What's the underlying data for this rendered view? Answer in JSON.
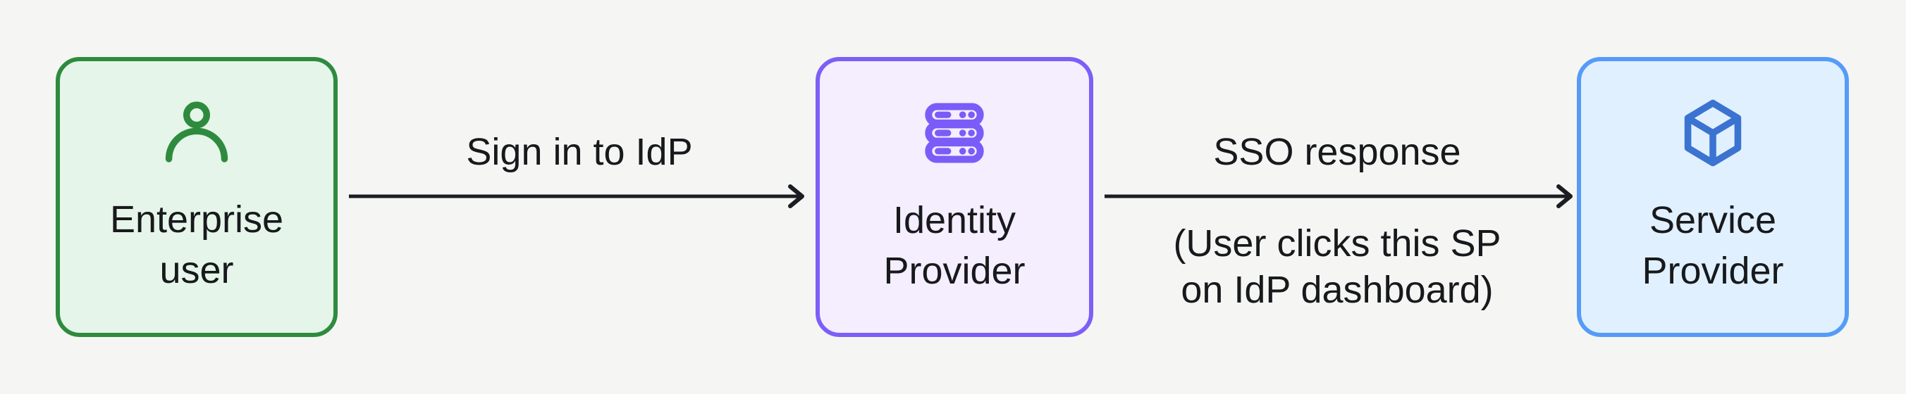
{
  "diagram": {
    "background_color": "#f5f6f4",
    "text_color": "#17191c",
    "arrow_color": "#1a1d21",
    "nodes": [
      {
        "label": "Enterprise\nuser",
        "icon": "user-icon",
        "border_color": "#2e8b3e",
        "fill_color": "#e6f5e9",
        "icon_color": "#2e8b3d"
      },
      {
        "label": "Identity\nProvider",
        "icon": "server-icon",
        "border_color": "#7b5ff7",
        "fill_color": "#f4eefe",
        "icon_color": "#7b5cf8"
      },
      {
        "label": "Service\nProvider",
        "icon": "cube-icon",
        "border_color": "#559cf8",
        "fill_color": "#e1f0fe",
        "icon_color": "#3b73d1"
      }
    ],
    "edges": [
      {
        "label": "Sign in to IdP",
        "sublabel": ""
      },
      {
        "label": "SSO response",
        "sublabel": "(User clicks this SP\non IdP dashboard)"
      }
    ]
  }
}
